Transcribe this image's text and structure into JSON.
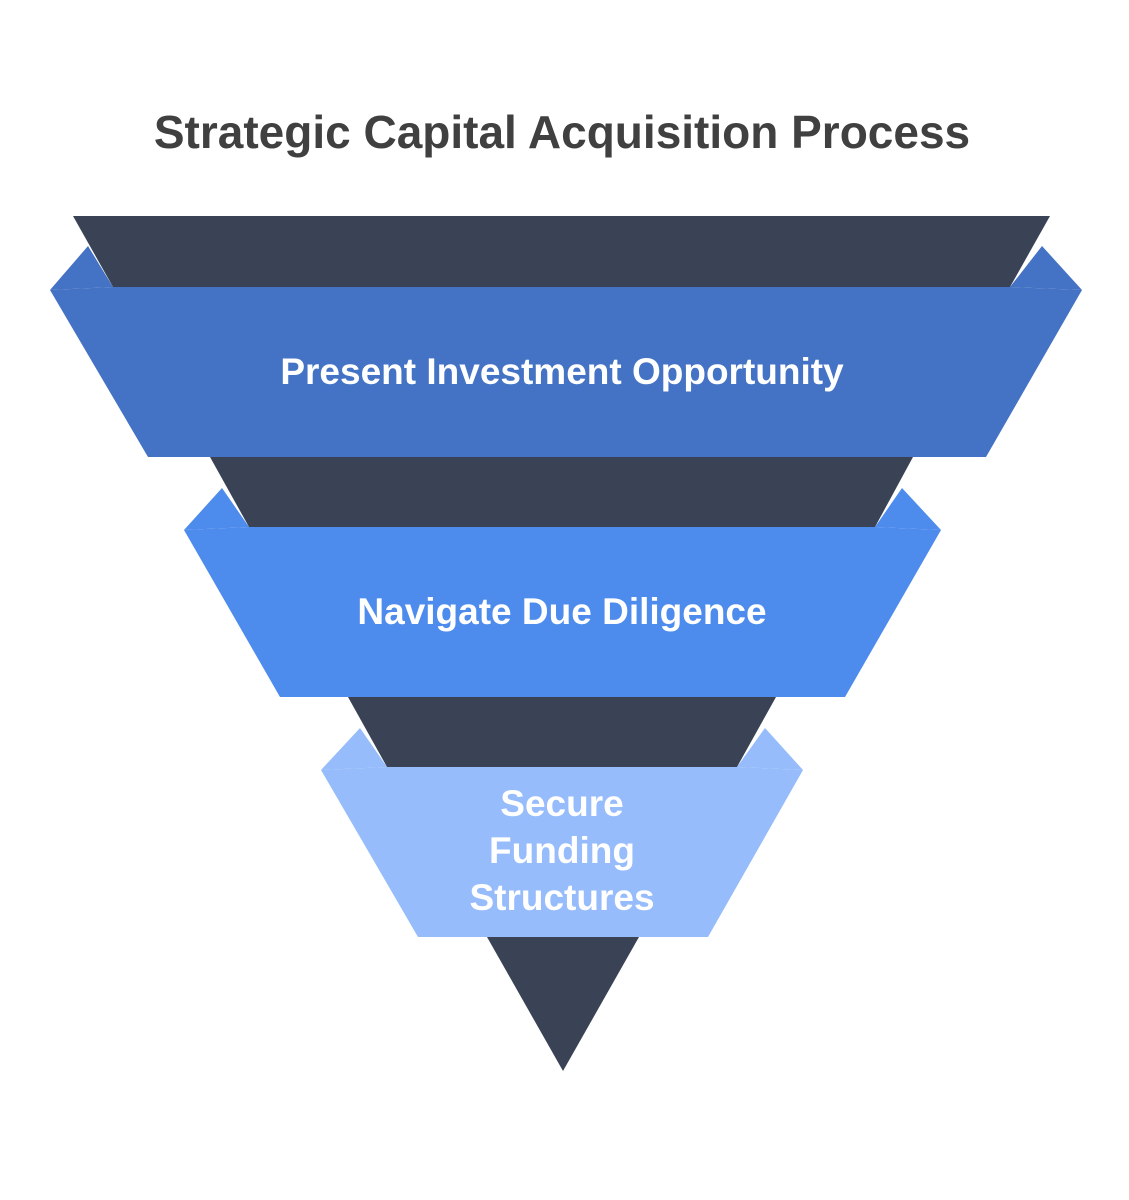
{
  "title": "Strategic Capital Acquisition Process",
  "colors": {
    "funnel_dark": "#3a4355",
    "stage_1": "#4472c4",
    "stage_2": "#4d8bec",
    "stage_3": "#96bcfb",
    "title_text": "#404040",
    "label_text": "#ffffff"
  },
  "stages": [
    {
      "label": "Present Investment Opportunity"
    },
    {
      "label": "Navigate Due Diligence"
    },
    {
      "label": "Secure\nFunding\nStructures"
    }
  ]
}
